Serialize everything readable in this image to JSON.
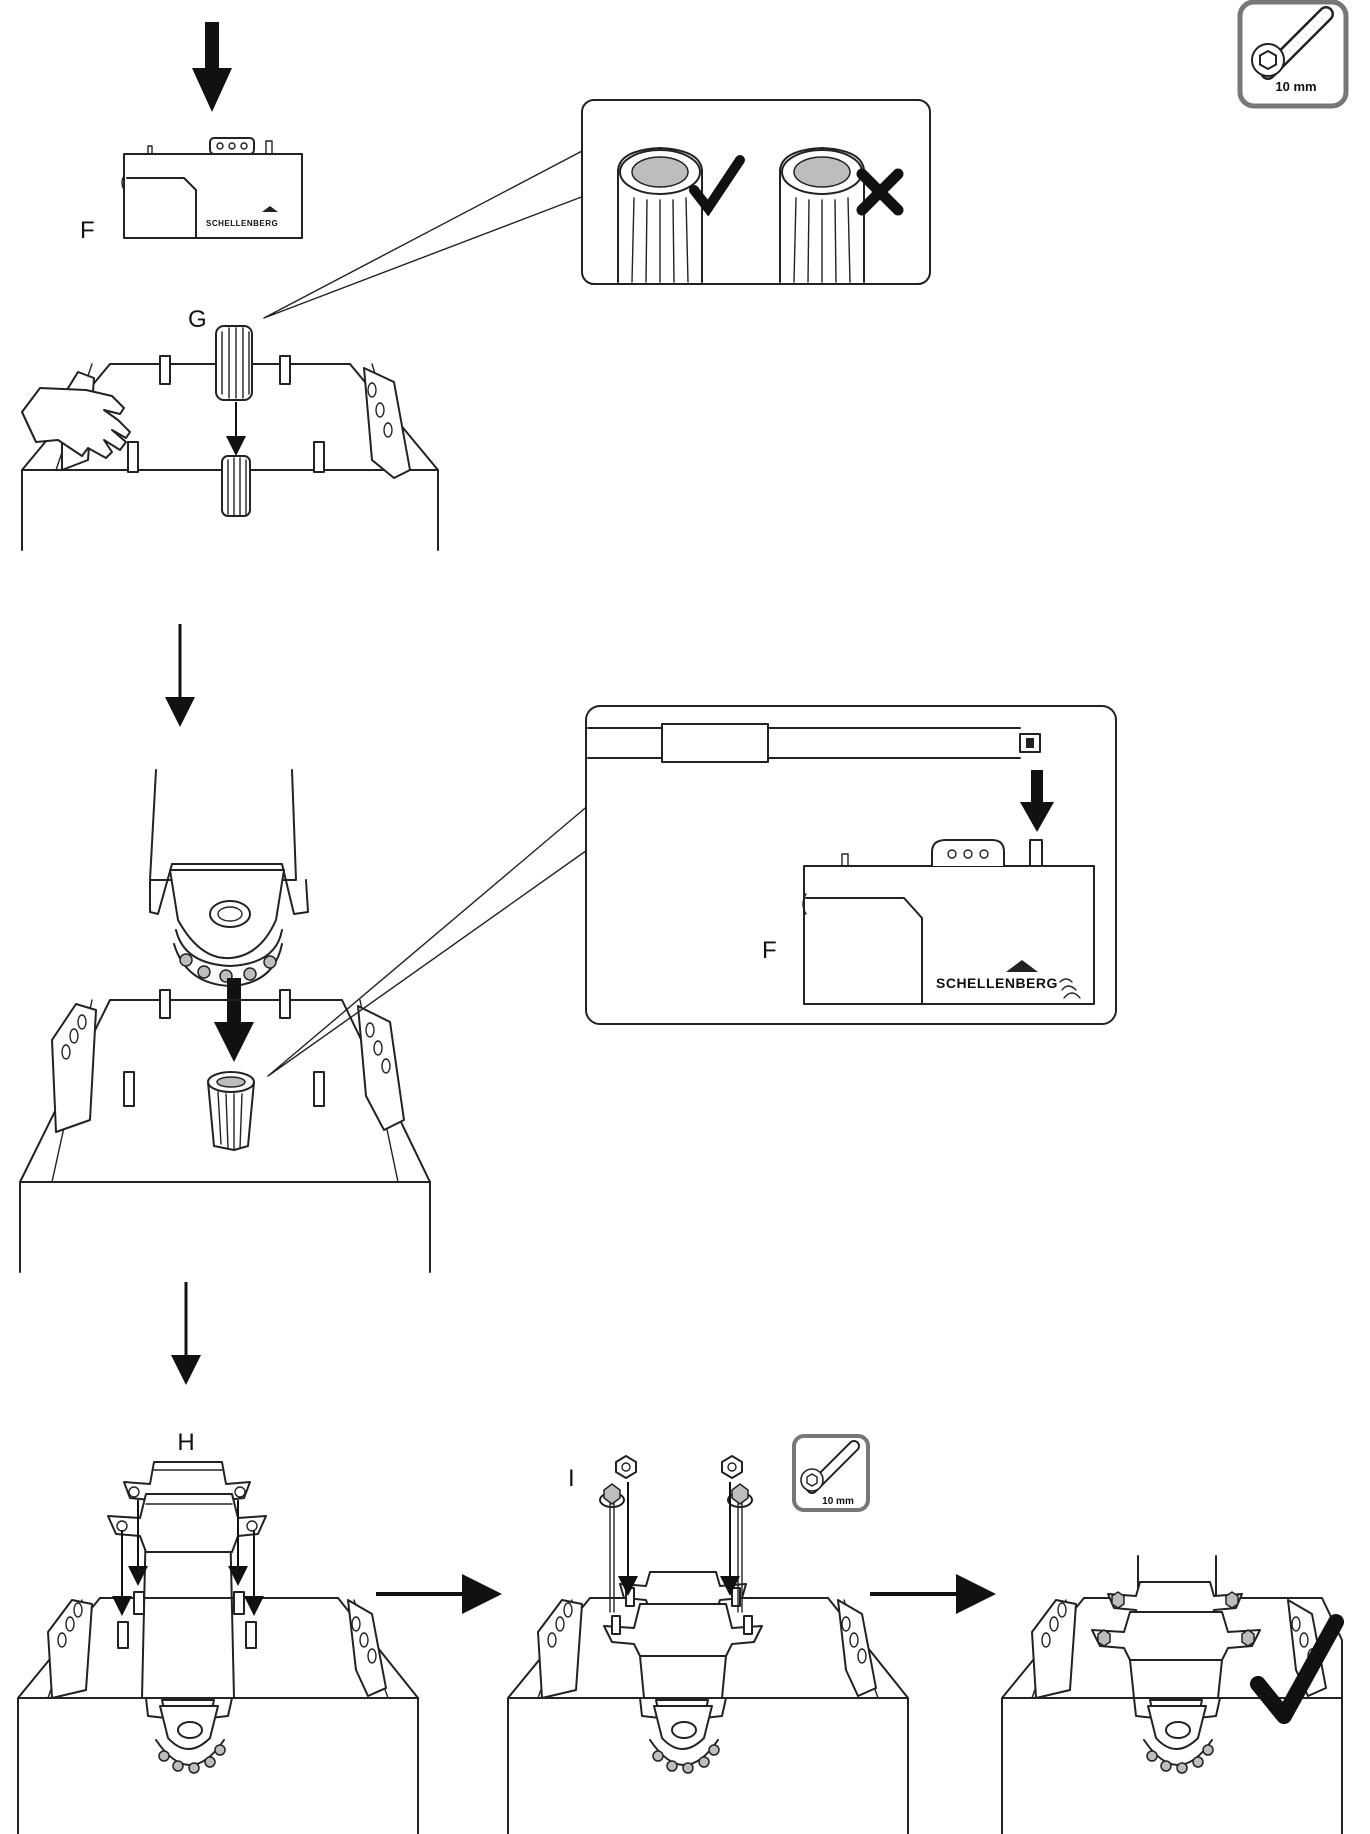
{
  "tool_badge_top": {
    "icon": "socket-wrench-icon",
    "size": "10 mm"
  },
  "tool_badge_small": {
    "icon": "socket-wrench-icon",
    "size": "10 mm"
  },
  "labels": {
    "motor_top": "F",
    "adapter": "G",
    "motor_detail": "F",
    "bracket": "H",
    "screws": "I"
  },
  "brand": {
    "top": "SCHELLENBERG",
    "detail": "SCHELLENBERG"
  },
  "icons": {
    "correct": "checkmark-icon",
    "wrong": "cross-icon",
    "hand": "hand-icon",
    "final_ok": "checkmark-icon"
  },
  "colors": {
    "line": "#222222",
    "background": "#ffffff"
  }
}
